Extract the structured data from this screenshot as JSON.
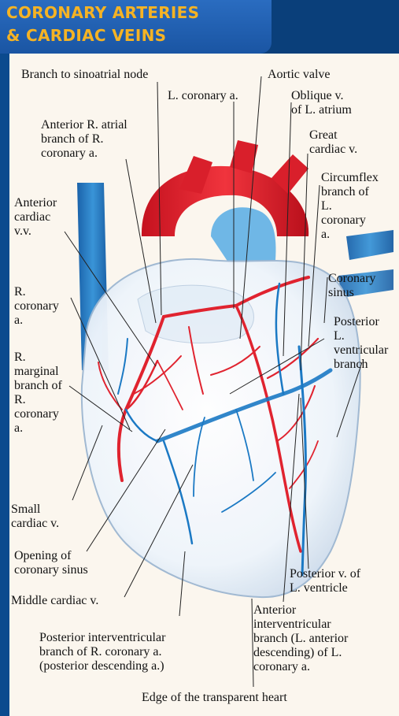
{
  "title": {
    "line1": "CORONARY ARTERIES",
    "line2": "& CARDIAC VEINS"
  },
  "labels": {
    "sa_node": "Branch to sinoatrial node",
    "aortic_valve": "Aortic valve",
    "l_coronary": "L. coronary a.",
    "oblique_1": "Oblique v.",
    "oblique_2": "of L. atrium",
    "ant_r_atrial_1": "Anterior R. atrial",
    "ant_r_atrial_2": "branch of R.",
    "ant_r_atrial_3": "coronary a.",
    "great_cardiac_1": "Great",
    "great_cardiac_2": "cardiac v.",
    "circumflex_1": "Circumflex",
    "circumflex_2": "branch of",
    "circumflex_3": "L.",
    "circumflex_4": "coronary",
    "circumflex_5": "a.",
    "ant_cardiac_1": "Anterior",
    "ant_cardiac_2": "cardiac",
    "ant_cardiac_3": "v.v.",
    "coronary_sinus_1": "Coronary",
    "coronary_sinus_2": "sinus",
    "r_coronary_1": "R.",
    "r_coronary_2": "coronary",
    "r_coronary_3": "a.",
    "post_l_vent_1": "Posterior",
    "post_l_vent_2": "L.",
    "post_l_vent_3": "ventricular",
    "post_l_vent_4": "branch",
    "r_marginal_1": "R.",
    "r_marginal_2": "marginal",
    "r_marginal_3": "branch of",
    "r_marginal_4": "R.",
    "r_marginal_5": "coronary",
    "r_marginal_6": "a.",
    "small_cardiac_1": "Small",
    "small_cardiac_2": "cardiac v.",
    "opening_1": "Opening of",
    "opening_2": "coronary sinus",
    "post_v_1": "Posterior v. of",
    "post_v_2": "L. ventricle",
    "middle_cardiac": "Middle cardiac v.",
    "ant_interv_1": "Anterior",
    "ant_interv_2": "interventricular",
    "ant_interv_3": "branch (L. anterior",
    "ant_interv_4": "descending) of L.",
    "ant_interv_5": "coronary a.",
    "post_interv_1": "Posterior interventricular",
    "post_interv_2": "branch of R. coronary a.",
    "post_interv_3": "(posterior descending a.)",
    "edge": "Edge of the transparent heart"
  },
  "colors": {
    "title_band": "#1a55a3",
    "title_text": "#f5b324",
    "background": "#fbf6ee",
    "artery": "#e0232f",
    "vein": "#1b79c4",
    "leader": "#222222"
  },
  "icons": [
    "heart-illustration"
  ]
}
